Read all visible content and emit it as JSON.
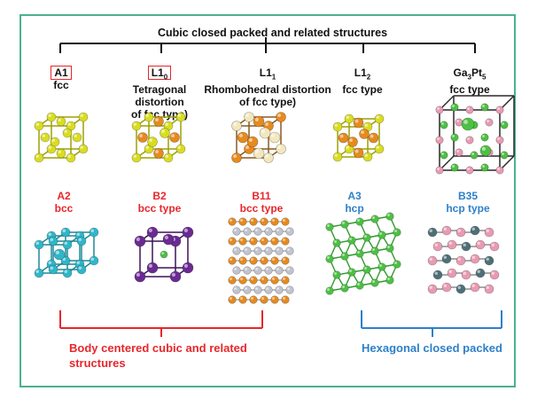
{
  "title": "Cubic closed packed and related structures",
  "top_row": [
    {
      "code": "A1",
      "desc": [
        "fcc"
      ],
      "boxed": true
    },
    {
      "code": "L1",
      "sub": "0",
      "desc": [
        "Tetragonal",
        "distortion",
        "of fcc type)"
      ],
      "boxed": true
    },
    {
      "code": "L1",
      "sub": "1",
      "desc": [
        "Rhombohedral distortion",
        "of fcc type)"
      ],
      "boxed": false
    },
    {
      "code": "L1",
      "sub": "2",
      "desc": [
        "fcc type"
      ],
      "boxed": false
    },
    {
      "code": "Ga3Pt5",
      "code_parts": [
        "Ga",
        "3",
        "Pt",
        "5"
      ],
      "desc": [
        "fcc type"
      ],
      "boxed": false
    }
  ],
  "bottom_row": [
    {
      "code": "A2",
      "desc": "bcc",
      "color": "#e8262b"
    },
    {
      "code": "B2",
      "desc": "bcc type",
      "color": "#e8262b"
    },
    {
      "code": "B11",
      "desc": "bcc type",
      "color": "#e8262b"
    },
    {
      "code": "A3",
      "desc": "hcp",
      "color": "#2e80c8"
    },
    {
      "code": "B35",
      "desc": "hcp type",
      "color": "#2e80c8"
    }
  ],
  "groups": {
    "bcc_caption_line1": "Body centered cubic and related",
    "bcc_caption_line2": "structures",
    "hcp_caption": "Hexagonal closed packed"
  },
  "colors": {
    "frame": "#4bb18a",
    "red": "#e8262b",
    "blue": "#2e80c8",
    "yellow_atom": "#d9dd1f",
    "orange_atom": "#e68a1e",
    "cream_atom": "#f3e7bd",
    "green_atom": "#4cc043",
    "pink_atom": "#e99ab2",
    "cyan_atom": "#2fb6c9",
    "purple_atom": "#6a2a92",
    "gray_atom": "#c0c4cf",
    "slate_atom": "#4f6f78"
  }
}
